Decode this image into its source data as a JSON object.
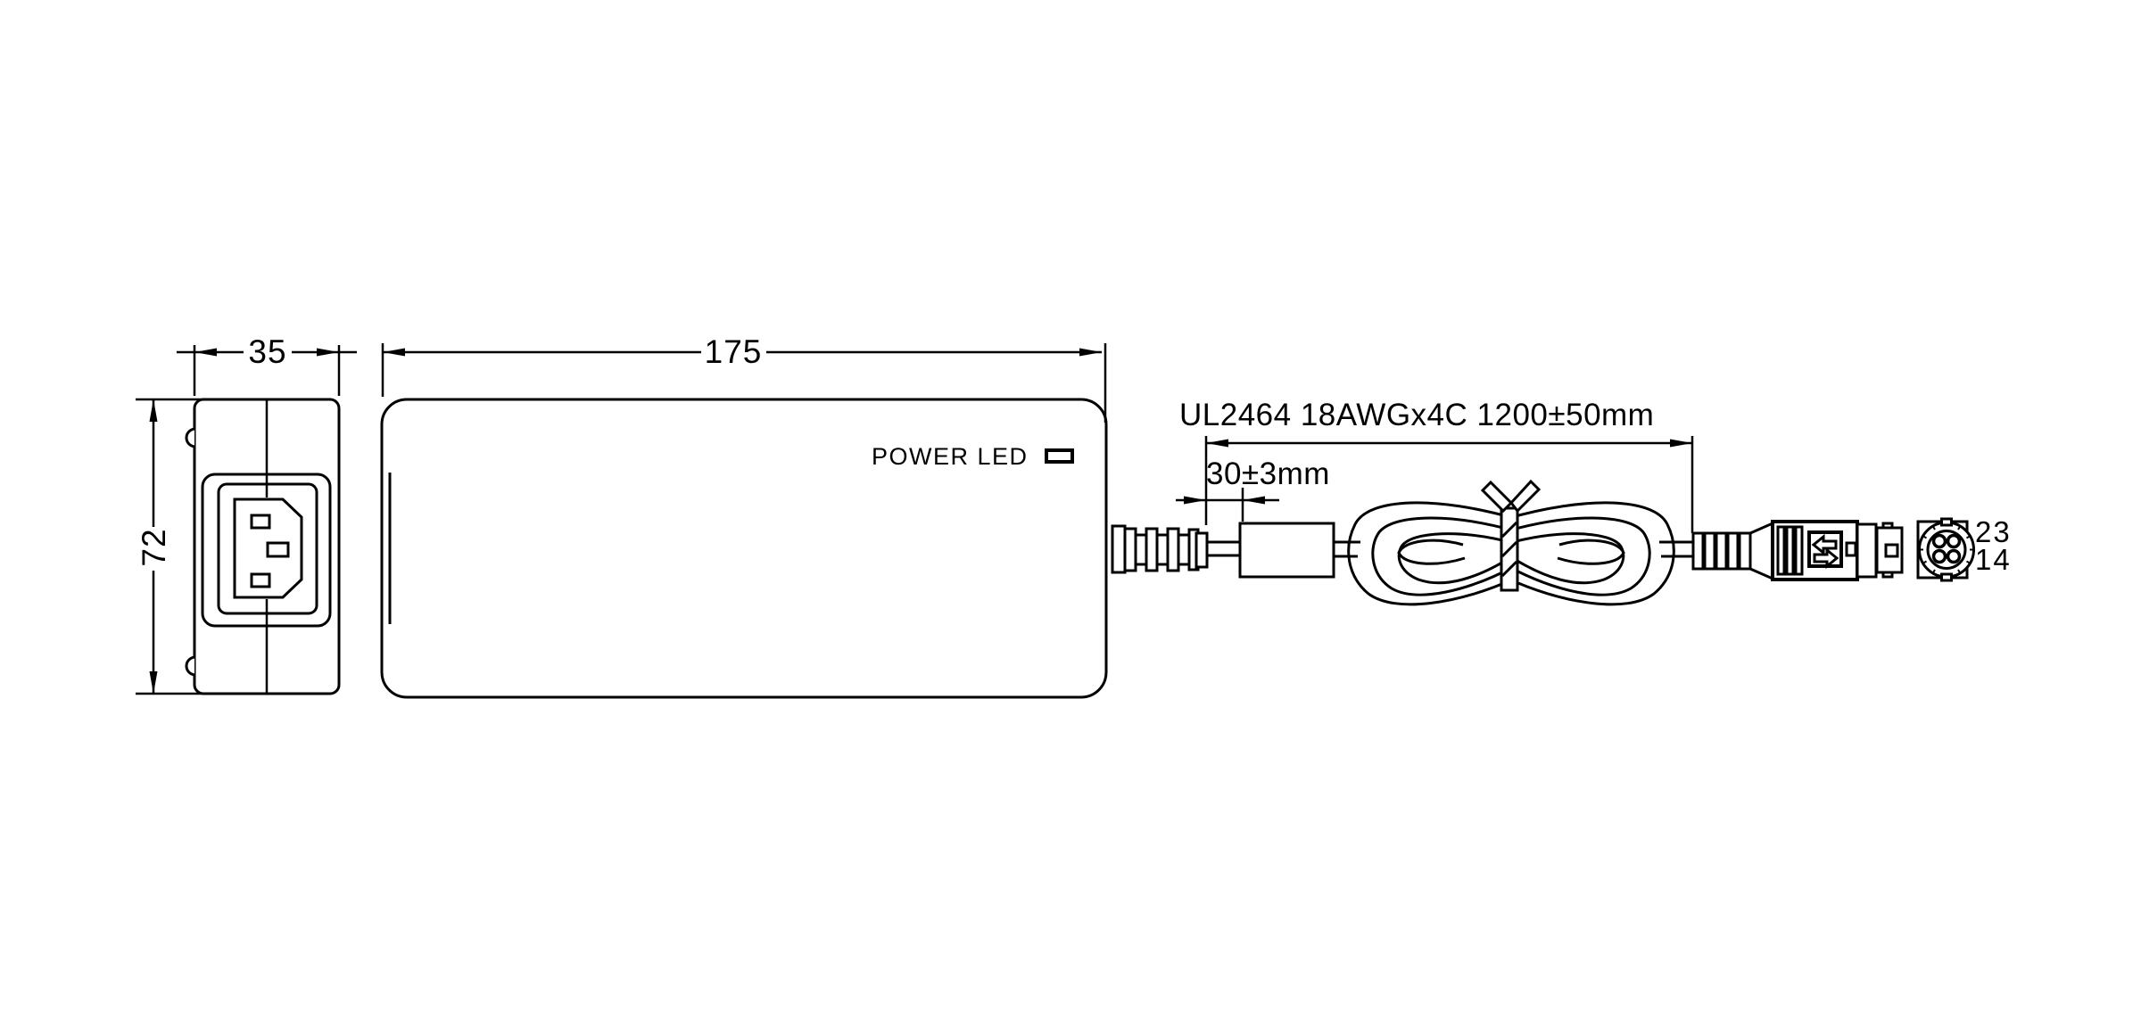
{
  "canvas": {
    "background": "#ffffff",
    "ink": "#000000"
  },
  "side_view": {
    "width_mm": "35",
    "height_mm": "72"
  },
  "top_view": {
    "length_mm": "175",
    "power_led_label": "POWER LED"
  },
  "cable": {
    "spec": "UL2464 18AWGx4C 1200±50mm",
    "bead_offset": "30±3mm"
  },
  "plug_face": {
    "pins": {
      "top_left": "2",
      "top_right": "3",
      "bottom_left": "1",
      "bottom_right": "4"
    }
  }
}
